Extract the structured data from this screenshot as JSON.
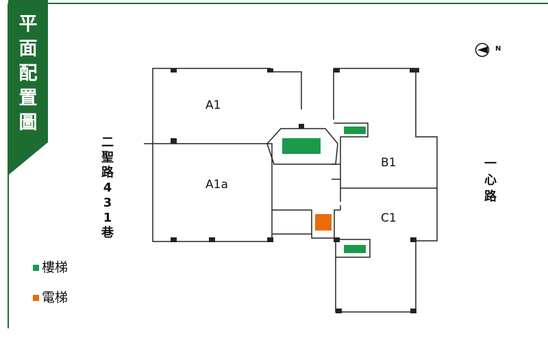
{
  "badge": {
    "chars": [
      "平",
      "面",
      "配",
      "置",
      "圖"
    ]
  },
  "streets": {
    "left": [
      "二",
      "聖",
      "路",
      "4",
      "3",
      "1",
      "巷"
    ],
    "right": [
      "一",
      "心",
      "路"
    ]
  },
  "compass": {
    "label": "N"
  },
  "rooms": {
    "a1": "A1",
    "a1a": "A1a",
    "b1": "B1",
    "c1": "C1"
  },
  "legend": {
    "stairs": {
      "label": "樓梯",
      "color": "#1a9a4a"
    },
    "elevator": {
      "label": "電梯",
      "color": "#ec6a0a"
    }
  },
  "colors": {
    "brand_green": "#1d6d32",
    "wall": "#222222"
  }
}
